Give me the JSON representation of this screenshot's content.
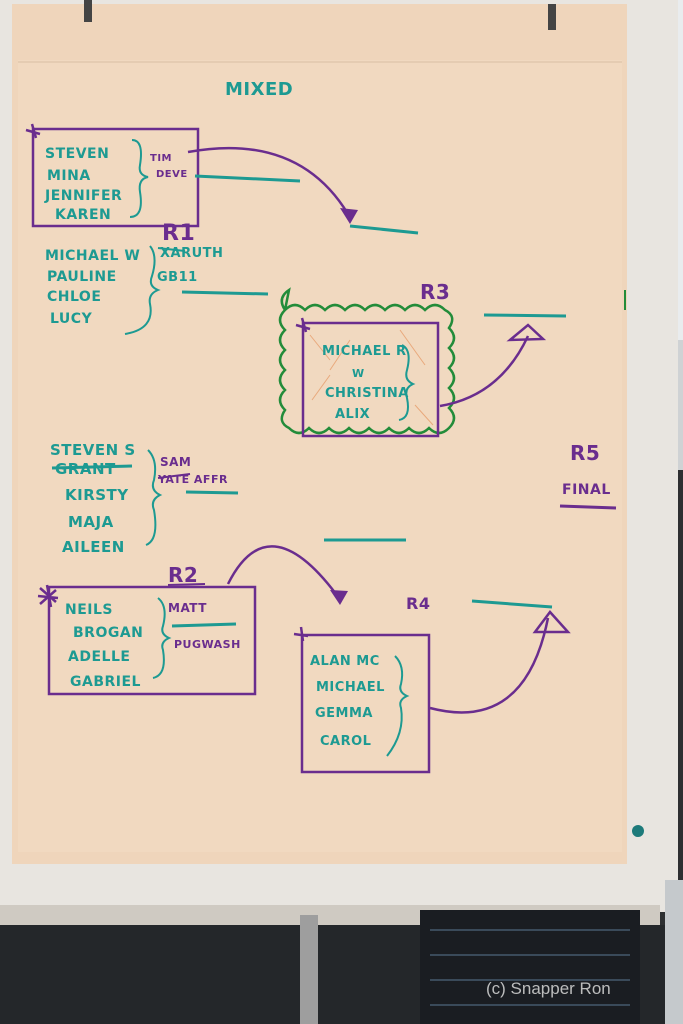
{
  "title": "MIXED",
  "groups": {
    "top": {
      "names": [
        "STEVEN",
        "MINA",
        "JENNIFER",
        "KAREN"
      ],
      "side": [
        "TIM",
        "DEVE"
      ]
    },
    "second": {
      "round": "R1",
      "names": [
        "MICHAEL W",
        "PAULINE",
        "CHLOE",
        "LUCY"
      ],
      "side": [
        "XARUTH",
        "GB11"
      ]
    },
    "third": {
      "names": [
        "STEVEN S",
        "GRANT",
        "KIRSTY",
        "MAJA",
        "AILEEN"
      ],
      "side": [
        "SAM",
        "YATE AFFR"
      ]
    },
    "fourth": {
      "round": "R2",
      "names": [
        "NEILS",
        "BROGAN",
        "ADELLE",
        "GABRIEL"
      ],
      "side": [
        "MATT",
        "PUGWASH"
      ]
    },
    "r3": {
      "round": "R3",
      "names": [
        "MICHAEL R",
        "W",
        "CHRISTINA",
        "ALIX"
      ]
    },
    "r4": {
      "round": "R4",
      "names": [
        "ALAN MC",
        "MICHAEL",
        "GEMMA",
        "CAROL"
      ]
    }
  },
  "final": {
    "round": "R5",
    "label": "FINAL"
  },
  "watermark": "(c) Snapper Ron",
  "colors": {
    "paper": "#f0d7be",
    "teal": "#1d9a92",
    "purple": "#6a2d8e",
    "green": "#238c3a"
  }
}
